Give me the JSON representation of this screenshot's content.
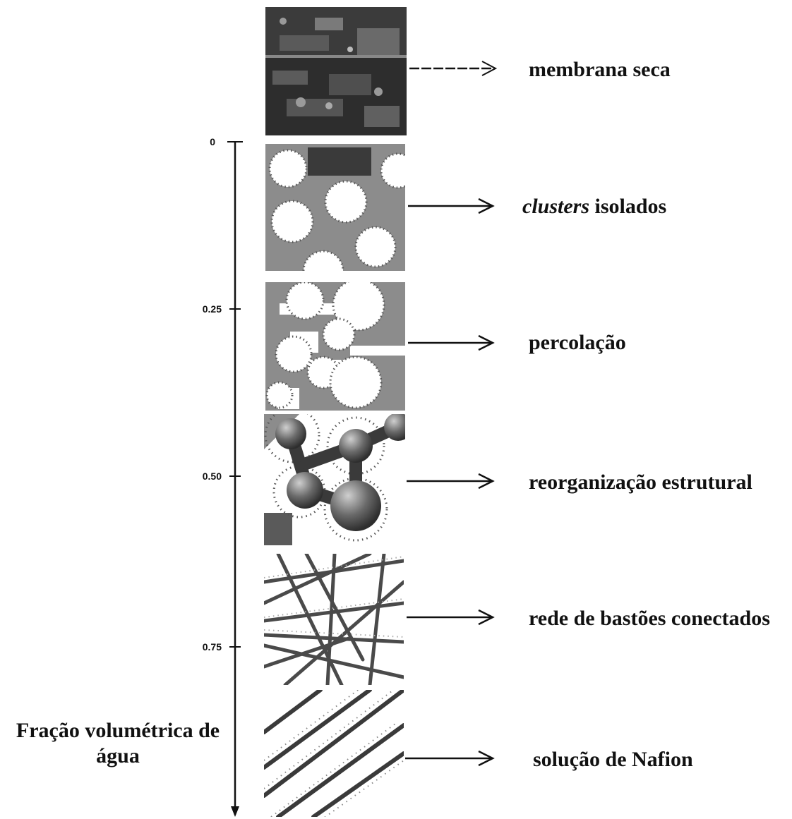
{
  "axis": {
    "title_line1": "Fração volumétrica de",
    "title_line2": "água",
    "ticks": [
      "0",
      "0.25",
      "0.50",
      "0.75"
    ]
  },
  "stages": [
    {
      "label": "membrana seca",
      "icon": "dry-membrane-texture"
    },
    {
      "label_italic": "clusters",
      "label_rest": " isolados",
      "icon": "isolated-clusters"
    },
    {
      "label": "percolação",
      "icon": "percolating-clusters"
    },
    {
      "label": "reorganização estrutural",
      "icon": "connected-spheres"
    },
    {
      "label": "rede de bastões conectados",
      "icon": "connected-rods"
    },
    {
      "label": "solução de Nafion",
      "icon": "rod-dispersion"
    }
  ],
  "colors": {
    "ink": "#111111",
    "matrix": "#8c8c8c",
    "dark": "#3a3a3a",
    "water": "#ffffff"
  }
}
